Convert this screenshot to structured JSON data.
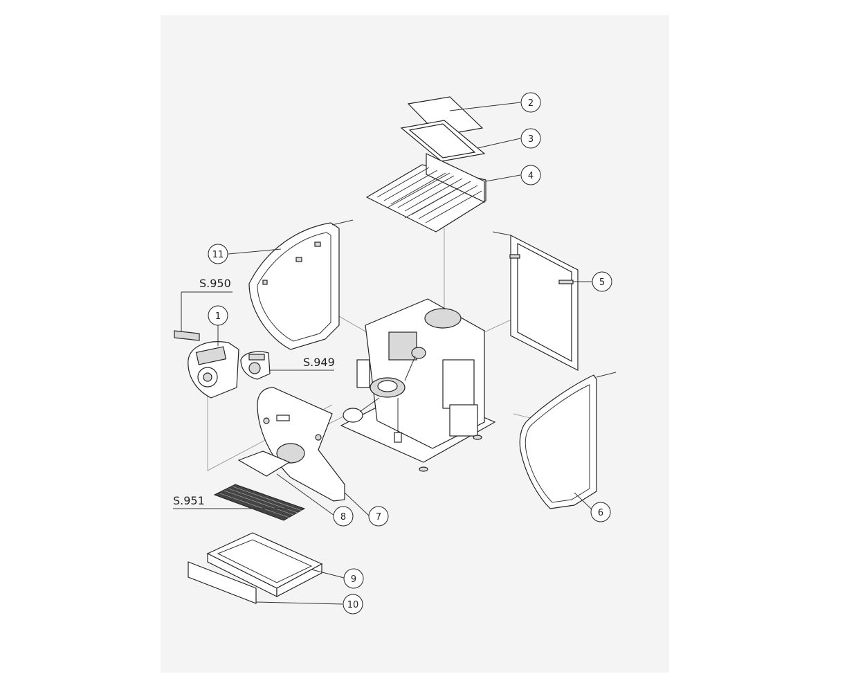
{
  "callouts": [
    "1",
    "2",
    "3",
    "4",
    "5",
    "6",
    "7",
    "8",
    "9",
    "10",
    "11"
  ],
  "references": [
    "S.950",
    "S.949",
    "S.951"
  ]
}
